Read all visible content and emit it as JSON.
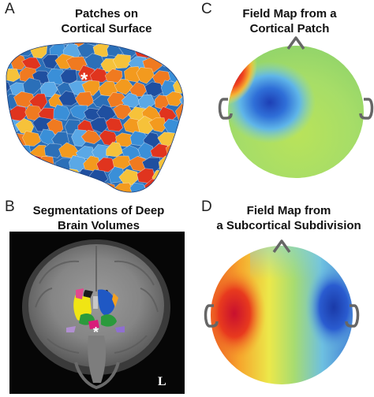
{
  "panels": {
    "a": {
      "letter": "A",
      "title_line1": "Patches on",
      "title_line2": "Cortical Surface",
      "marker": "*"
    },
    "b": {
      "letter": "B",
      "title_line1": "Segmentations of Deep",
      "title_line2": "Brain Volumes",
      "marker": "*",
      "orientation_label": "L"
    },
    "c": {
      "letter": "C",
      "title_line1": "Field Map from a",
      "title_line2": "Cortical Patch"
    },
    "d": {
      "letter": "D",
      "title_line1": "Field Map from",
      "title_line2": "a Subcortical Subdivision"
    }
  },
  "colors": {
    "field_red": "#d7191c",
    "field_yellow": "#f4e84a",
    "field_green": "#8fd36a",
    "field_blue": "#1d3fb5",
    "ear_gray": "#666666",
    "cortex_blue": "#2b6fb8",
    "cortex_orange": "#f39a1e",
    "cortex_red": "#e0341e"
  }
}
